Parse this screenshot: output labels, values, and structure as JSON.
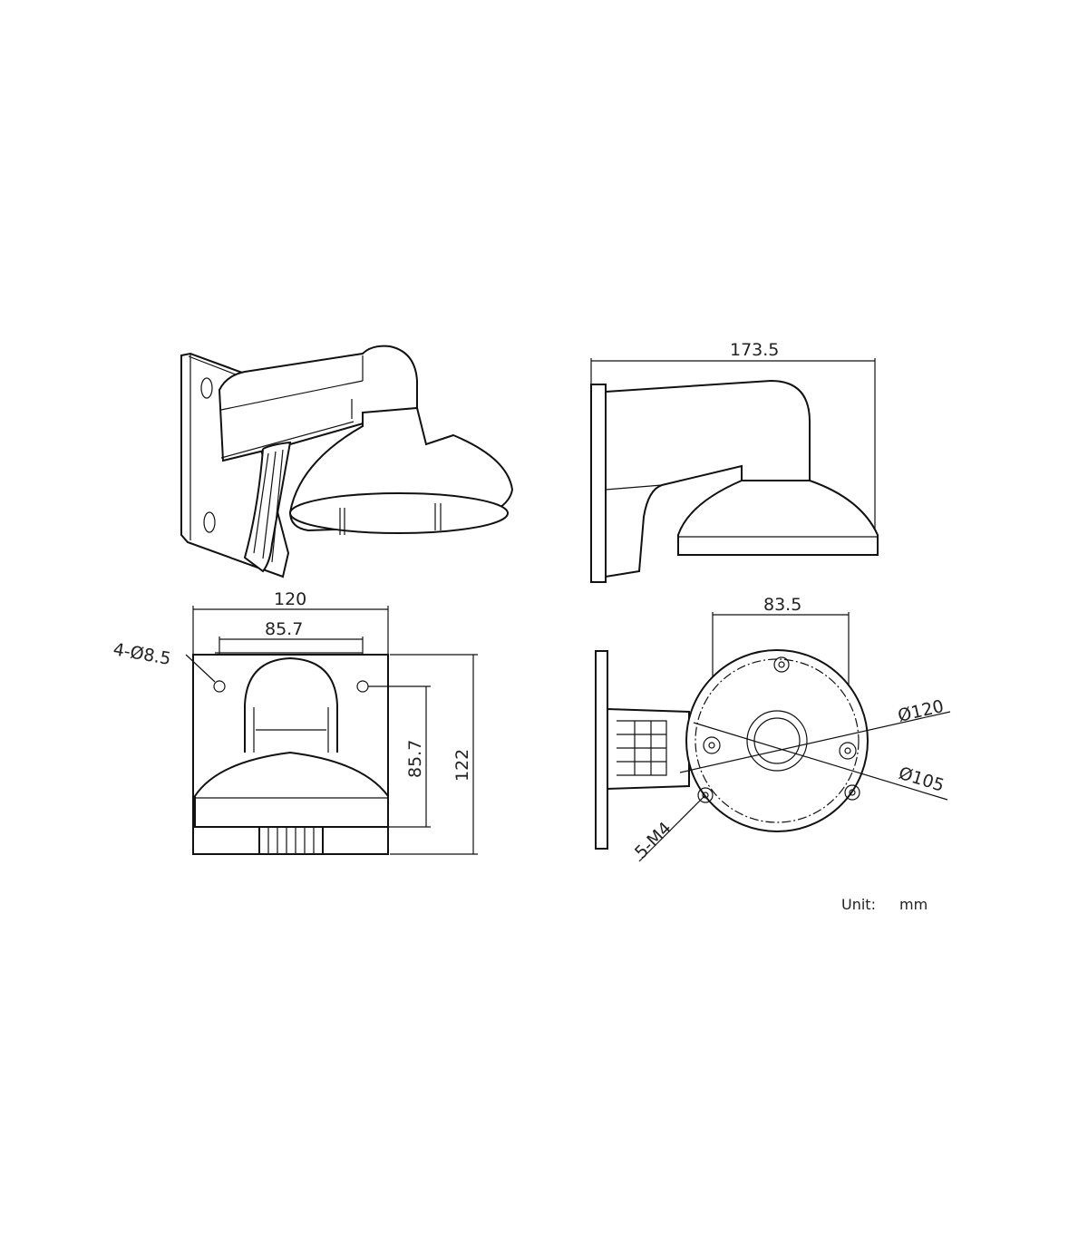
{
  "dimensions": {
    "side_width": "173.5",
    "front_width": "120",
    "hole_spacing_h": "85.7",
    "hole_spacing_v": "85.7",
    "front_height": "122",
    "hole_callout": "4-Ø8.5",
    "bottom_hole_spacing": "83.5",
    "outer_diameter": "Ø120",
    "bolt_circle": "Ø105",
    "screw_callout": "5-M4"
  },
  "unit_label": "Unit:",
  "unit_value": "mm"
}
